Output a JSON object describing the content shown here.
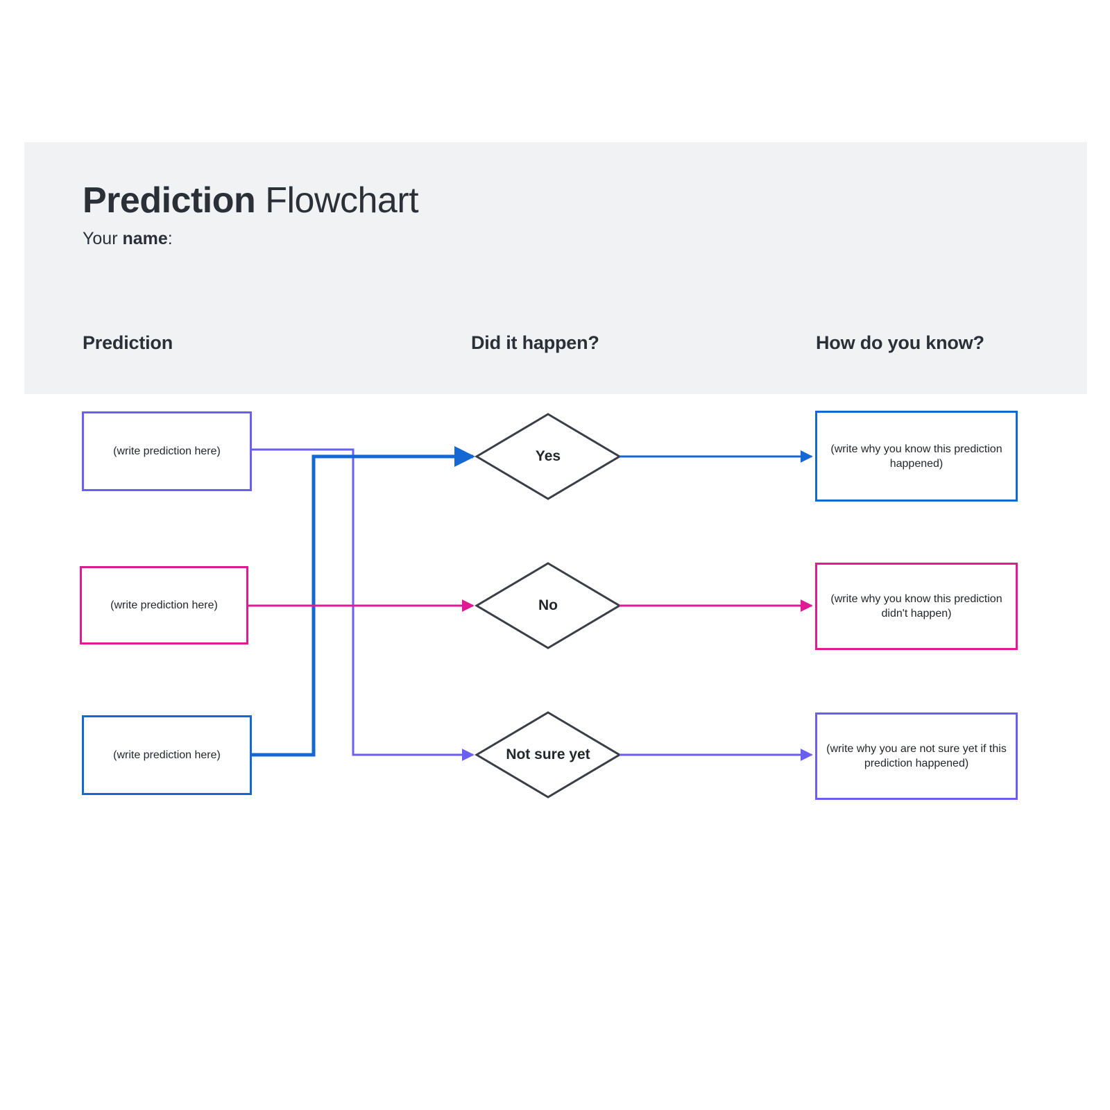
{
  "page": {
    "background": "#ffffff",
    "band_background": "#f0f2f4"
  },
  "header": {
    "title_bold": "Prediction",
    "title_light": " Flowchart",
    "name_prefix": "Your ",
    "name_bold": "name",
    "name_suffix": ":"
  },
  "columns": [
    {
      "label": "Prediction"
    },
    {
      "label": "Did it happen?"
    },
    {
      "label": "How do you know?"
    }
  ],
  "colors": {
    "purple": "#6b5ef5",
    "magenta": "#e01a94",
    "blue": "#1567d3",
    "diamond_stroke": "#3a3f47",
    "text": "#23262b",
    "heading": "#2b3038"
  },
  "predictions": [
    {
      "id": "prediction-1",
      "text": "(write prediction here)",
      "color": "#6b5ef5"
    },
    {
      "id": "prediction-2",
      "text": "(write prediction here)",
      "color": "#e01a94"
    },
    {
      "id": "prediction-3",
      "text": "(write prediction here)",
      "color": "#1567d3"
    }
  ],
  "decisions": [
    {
      "id": "decision-yes",
      "label": "Yes"
    },
    {
      "id": "decision-no",
      "label": "No"
    },
    {
      "id": "decision-not-sure",
      "label": "Not sure yet"
    }
  ],
  "explanations": [
    {
      "id": "why-yes",
      "text": "(write why you know this prediction happened)",
      "color": "#1567d3"
    },
    {
      "id": "why-no",
      "text": "(write why you know this prediction didn't happen)",
      "color": "#e01a94"
    },
    {
      "id": "why-not-sure",
      "text": "(write why you are not sure yet if this prediction happened)",
      "color": "#6b5ef5"
    }
  ],
  "connections": [
    {
      "from": "prediction-1",
      "to": "decision-not-sure",
      "color": "#6b5ef5"
    },
    {
      "from": "prediction-2",
      "to": "decision-no",
      "color": "#e01a94"
    },
    {
      "from": "prediction-3",
      "to": "decision-yes",
      "color": "#1567d3"
    },
    {
      "from": "decision-yes",
      "to": "why-yes",
      "color": "#1567d3"
    },
    {
      "from": "decision-no",
      "to": "why-no",
      "color": "#e01a94"
    },
    {
      "from": "decision-not-sure",
      "to": "why-not-sure",
      "color": "#6b5ef5"
    }
  ]
}
